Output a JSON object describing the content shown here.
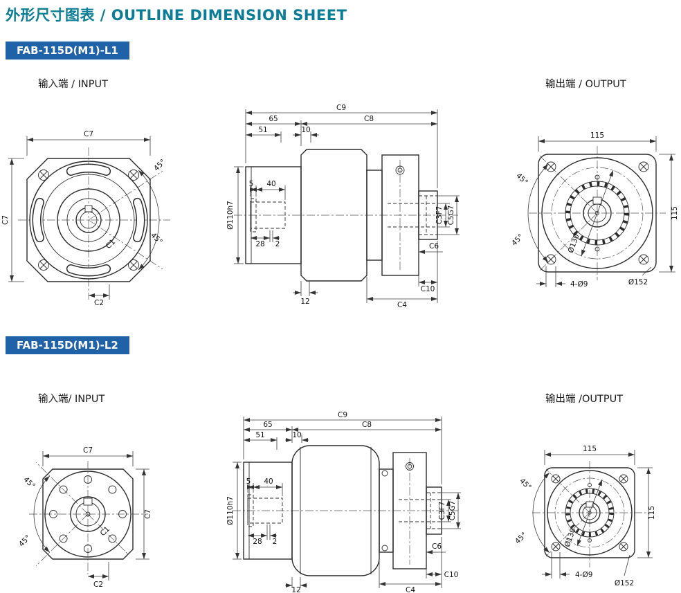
{
  "title": "外形尺寸图表 / OUTLINE DIMENSION SHEET",
  "colors": {
    "title": "#0c7d96",
    "badge_bg": "#2062a8",
    "badge_text": "#ffffff",
    "line": "#2b2b2b"
  },
  "sections": [
    {
      "badge": "FAB-115D(M1)-L1",
      "input_label": "输入端 / INPUT",
      "output_label": "输出端 / OUTPUT",
      "input": {
        "c7_top": "C7",
        "c7_side": "C7",
        "c1": "C1",
        "c2": "C2",
        "angle_top": "45°",
        "angle_bottom": "45°"
      },
      "side": {
        "c9": "C9",
        "len65": "65",
        "c8": "C8",
        "len51": "51",
        "len10": "10",
        "len5": "5",
        "len40": "40",
        "input_dia": "Ø110h7",
        "len28": "28",
        "len2": "2",
        "len12": "12",
        "c3": "C3F7",
        "c5": "C5G7",
        "c6": "C6",
        "c10": "C10",
        "c4": "C4"
      },
      "output": {
        "width": "115",
        "height": "115",
        "angle_top": "45°",
        "angle_bottom": "45°",
        "bolt_circle": "Ø130",
        "holes": "4-Ø9",
        "outer_dia": "Ø152"
      }
    },
    {
      "badge": "FAB-115D(M1)-L2",
      "input_label": "输入端/ INPUT",
      "output_label": "输出端 /OUTPUT",
      "input": {
        "c7_top": "C7",
        "c7_side": "C7",
        "c1": "C1",
        "c2": "C2",
        "angle_top": "45°",
        "angle_bottom": "45°"
      },
      "side": {
        "c9": "C9",
        "len65": "65",
        "c8": "C8",
        "len51": "51",
        "len10": "10",
        "len5": "5",
        "len40": "40",
        "input_dia": "Ø110h7",
        "len28": "28",
        "len2": "2",
        "len12": "12",
        "c3": "C3F7",
        "c5": "C5G7",
        "c6": "C6",
        "c10": "C10",
        "c4": "C4"
      },
      "output": {
        "width": "115",
        "height": "115",
        "angle_top": "45°",
        "angle_bottom": "45°",
        "bolt_circle": "Ø130",
        "holes": "4-Ø9",
        "outer_dia": "Ø152"
      }
    }
  ]
}
